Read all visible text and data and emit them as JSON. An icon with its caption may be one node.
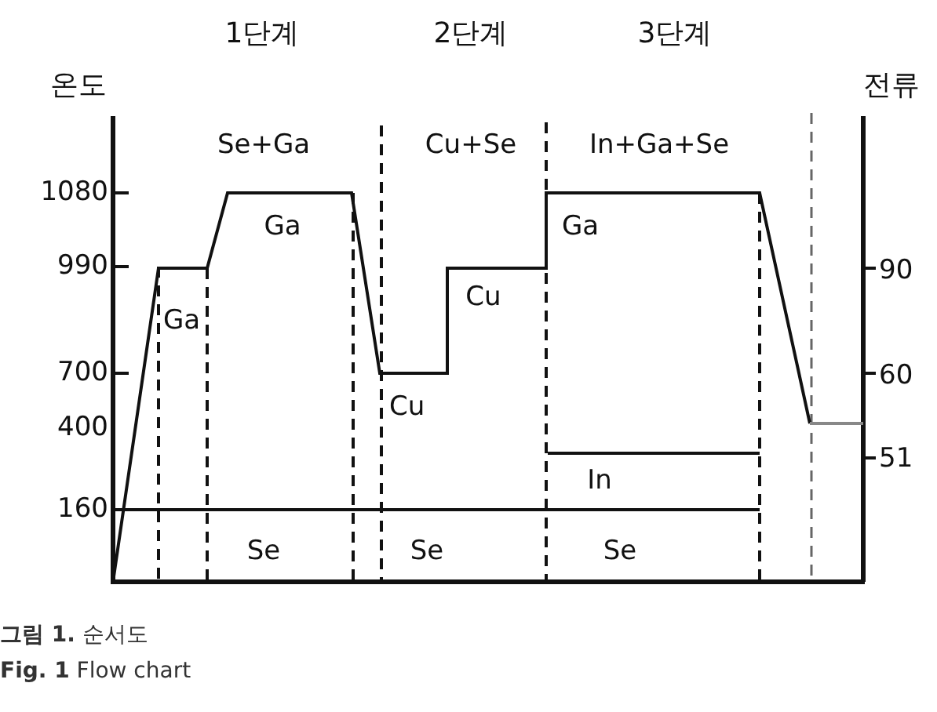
{
  "diagram": {
    "caption": "**그림 1.** 순서도",
    "labels": [
      "1단계",
      "2단계",
      "3단계",
      "온도",
      "전류",
      "Se+Ga",
      "Cu+Se",
      "In+Ga+Se",
      "1080",
      "Ga",
      "Ga",
      "990",
      "90",
      "Ga",
      "Cu",
      "700",
      "60",
      "Cu",
      "400",
      "51",
      "In",
      "160",
      "Se",
      "Se",
      "Se",
      "**Fig. 1** Flow chart"
    ]
  }
}
